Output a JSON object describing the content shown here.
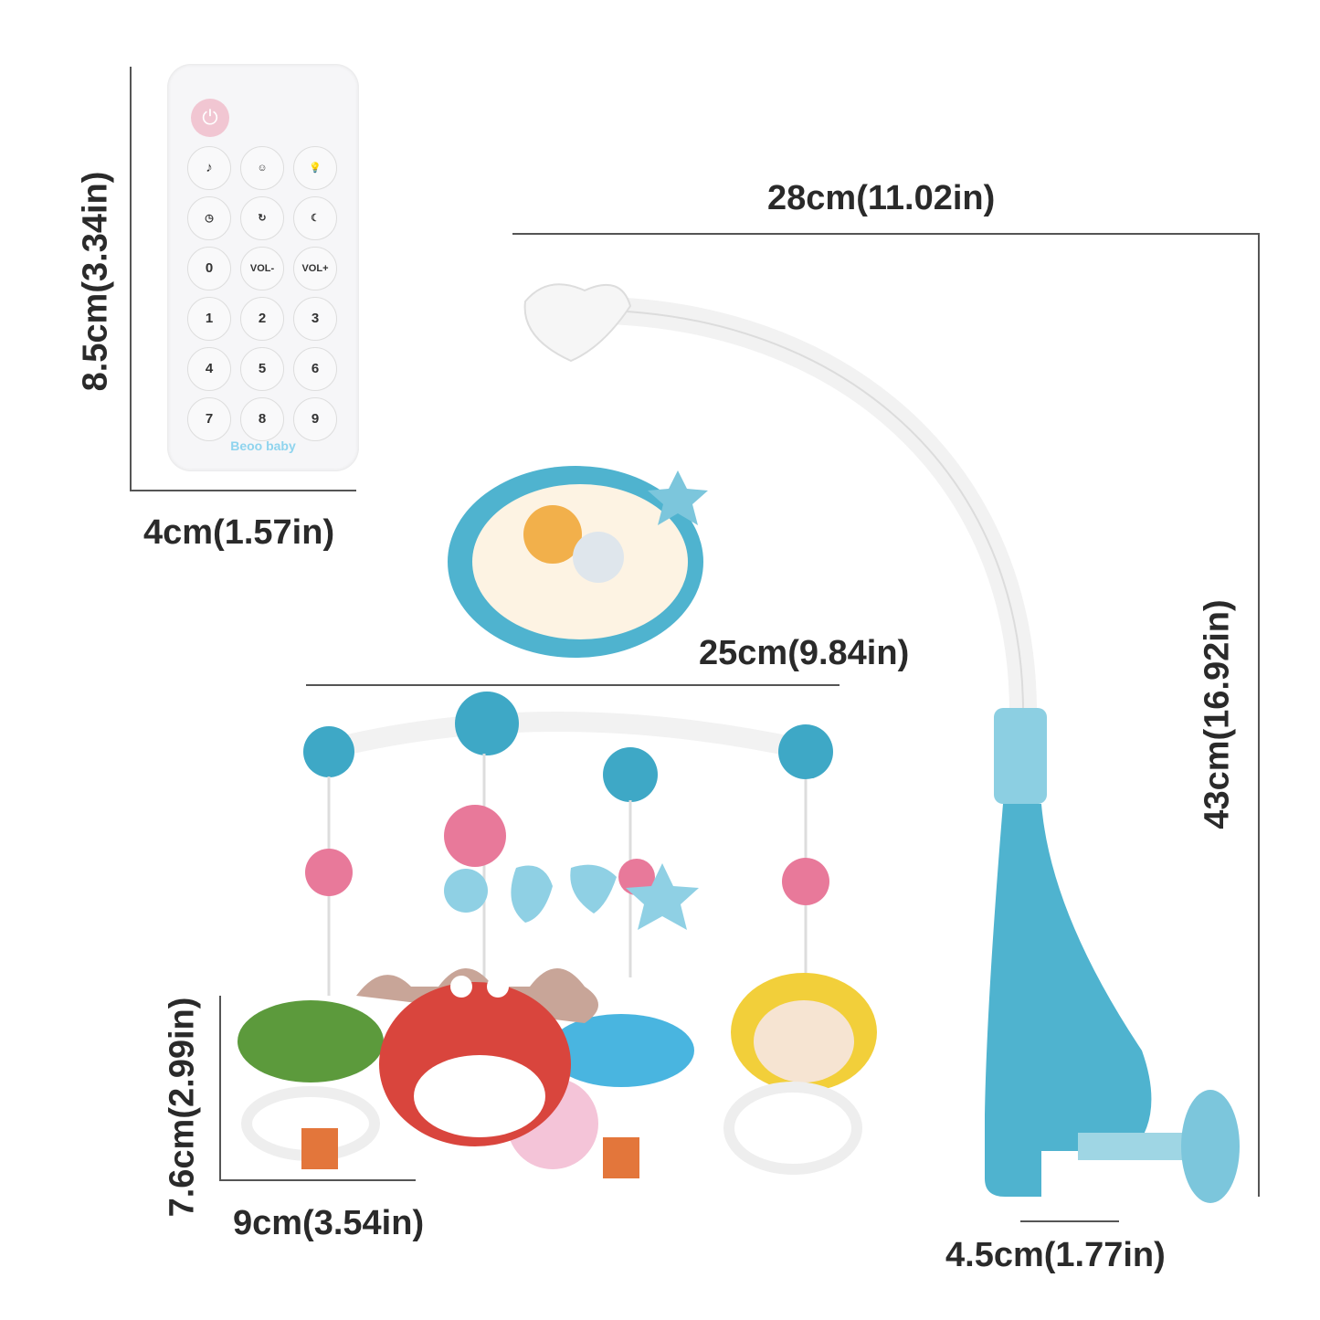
{
  "dimensions": {
    "remote_height": "8.5cm(3.34in)",
    "remote_width": "4cm(1.57in)",
    "arm_width": "28cm(11.02in)",
    "total_height": "43cm(16.92in)",
    "mobile_width": "25cm(9.84in)",
    "toy_height": "7.6cm(2.99in)",
    "toy_width": "9cm(3.54in)",
    "clamp_width": "4.5cm(1.77in)"
  },
  "remote": {
    "power_icon": "power-icon",
    "keys": [
      "♪",
      "baby",
      "bulb",
      "clock",
      "loop",
      "moon",
      "0",
      "VOL-",
      "VOL+",
      "1",
      "2",
      "3",
      "4",
      "5",
      "6",
      "7",
      "8",
      "9"
    ],
    "brand": "Beoo baby"
  },
  "colors": {
    "accent_blue": "#4fb3cf",
    "pink": "#e8799a",
    "red": "#d9453d",
    "text": "#2a2a2a"
  }
}
